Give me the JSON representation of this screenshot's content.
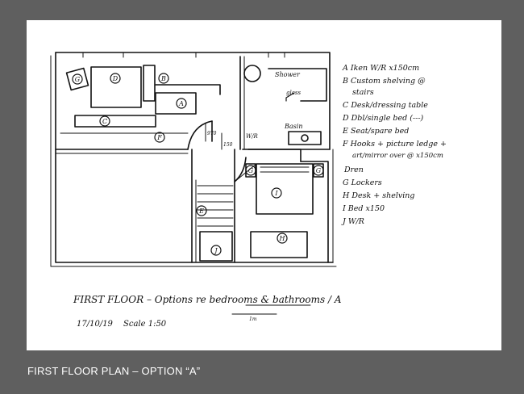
{
  "slide": {
    "caption": "FIRST FLOOR PLAN – OPTION “A”",
    "background": "#5f5f5f",
    "sheet_color": "#ffffff"
  },
  "plan": {
    "room_tags": [
      "G",
      "D",
      "B",
      "A",
      "C",
      "F",
      "G",
      "I",
      "G",
      "E",
      "J",
      "H"
    ],
    "labels": {
      "shower": "Shower",
      "glass": "glass",
      "basin": "Basin",
      "wr": "W/R",
      "dim_970": "970",
      "dim_150": "150"
    }
  },
  "legend": {
    "items": [
      {
        "tag": "A",
        "text": "Iken W/R x150cm"
      },
      {
        "tag": "B",
        "text": "Custom shelving @"
      },
      {
        "tag": "",
        "text": "stairs"
      },
      {
        "tag": "C",
        "text": "Desk/dressing table"
      },
      {
        "tag": "D",
        "text": "Dbl/single bed (---)"
      },
      {
        "tag": "E",
        "text": "Seat/spare bed"
      },
      {
        "tag": "F",
        "text": "Hooks + picture ledge +"
      },
      {
        "tag": "",
        "text": "art/mirror over @ x150cm"
      }
    ],
    "section_title": "Dren",
    "items2": [
      {
        "tag": "G",
        "text": "Lockers"
      },
      {
        "tag": "H",
        "text": "Desk + shelving"
      },
      {
        "tag": "I",
        "text": "Bed x150"
      },
      {
        "tag": "J",
        "text": "W/R"
      }
    ]
  },
  "title_block": {
    "title_line": "FIRST FLOOR – Options re bedrooms & bathrooms / A",
    "date": "17/10/19",
    "scale": "Scale 1:50",
    "scale_unit": "1m"
  }
}
